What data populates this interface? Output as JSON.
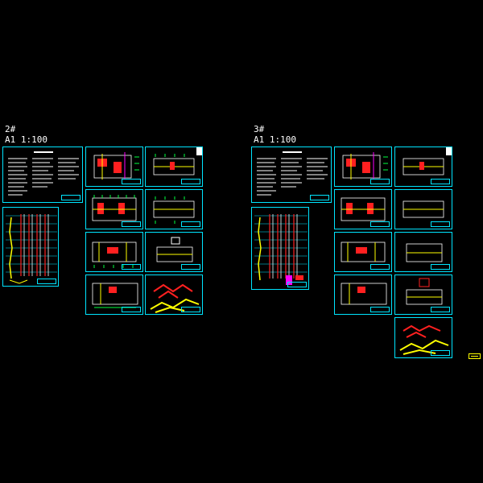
{
  "sets": [
    {
      "id": "2#",
      "scale": "A1 1:100"
    },
    {
      "id": "3#",
      "scale": "A1 1:100"
    }
  ],
  "colors": {
    "frame": "#00e5ff",
    "red": "#ff2020",
    "yellow": "#ffff00",
    "green": "#00ff40",
    "white": "#ffffff",
    "magenta": "#ff00ff"
  }
}
